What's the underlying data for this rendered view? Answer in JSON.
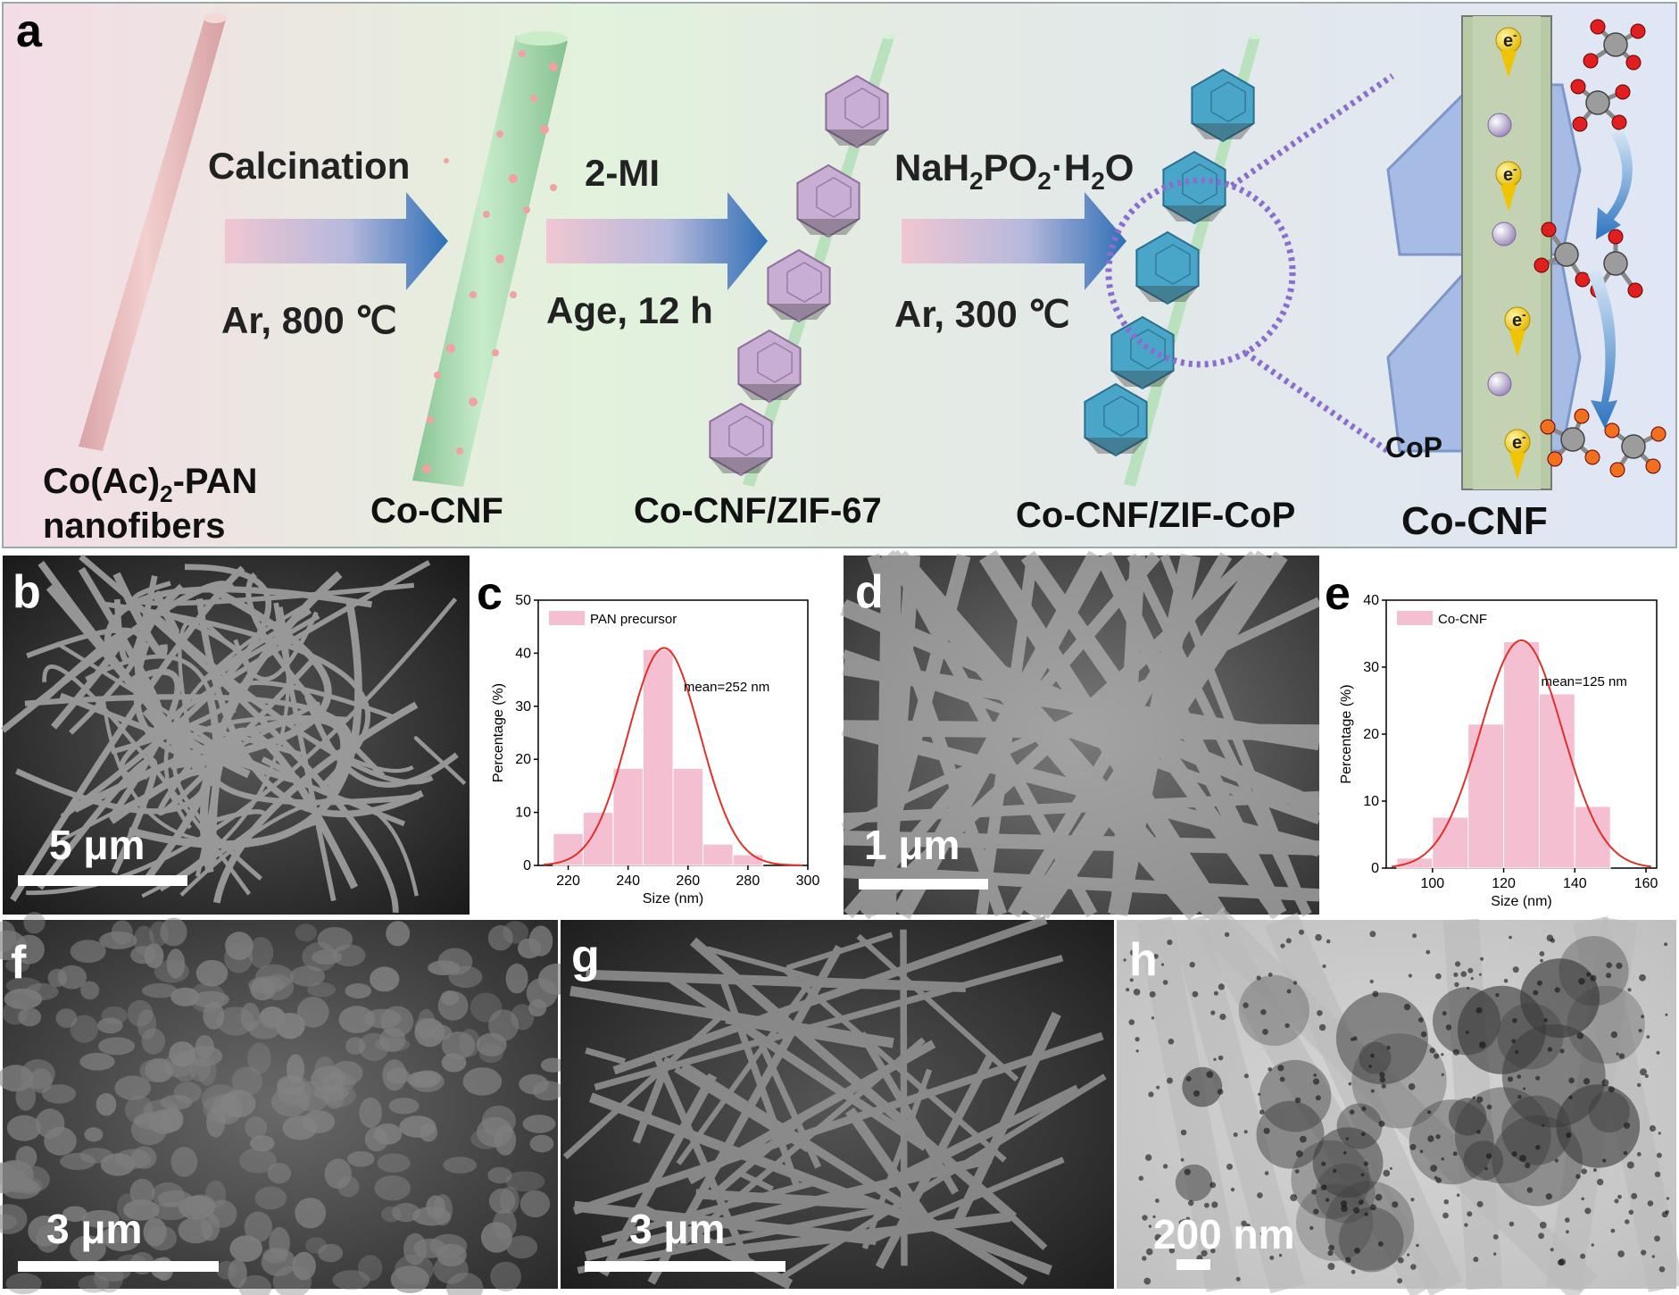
{
  "panels": {
    "a": "a",
    "b": "b",
    "c": "c",
    "d": "d",
    "e": "e",
    "f": "f",
    "g": "g",
    "h": "h"
  },
  "schematic": {
    "steps": [
      {
        "top": "Calcination",
        "bottom": "Ar, 800 ℃"
      },
      {
        "top": "2-MI",
        "bottom": "Age, 12 h"
      },
      {
        "top_parts": [
          "NaH",
          "2",
          "PO",
          "2",
          "·H",
          "2",
          "O"
        ],
        "bottom": "Ar, 300 ℃"
      }
    ],
    "labels": {
      "precursor_line1_parts": [
        "Co(Ac)",
        "2",
        "-PAN"
      ],
      "precursor_line2": "nanofibers",
      "cocnf": "Co-CNF",
      "zif67": "Co-CNF/ZIF-67",
      "zifcop": "Co-CNF/ZIF-CoP",
      "cop": "CoP",
      "zoom_cocnf": "Co-CNF"
    },
    "electron_label": "e",
    "electron_sup": "-"
  },
  "scalebars": {
    "b": "5 μm",
    "d": "1 μm",
    "f": "3 μm",
    "g": "3 μm",
    "h": "200 nm"
  },
  "chart_data": [
    {
      "panel": "c",
      "type": "bar",
      "categories": [
        "220",
        "230",
        "240",
        "250",
        "260",
        "270",
        "280"
      ],
      "series": [
        {
          "name": "PAN precursor",
          "values": [
            6,
            10,
            18.3,
            40.7,
            18.3,
            4,
            2
          ]
        }
      ],
      "fit": {
        "type": "gaussian",
        "mean": 252,
        "sigma": 12,
        "peak": 41
      },
      "annotation": "mean=252 nm",
      "xlabel": "Size (nm)",
      "ylabel": "Percentage (%)",
      "xlim": [
        210,
        300
      ],
      "ylim": [
        0,
        50
      ],
      "xticks": [
        220,
        240,
        260,
        280,
        300
      ],
      "yticks": [
        0,
        10,
        20,
        30,
        40,
        50
      ],
      "bin_width": 10,
      "legend": "top-left",
      "grid": false
    },
    {
      "panel": "e",
      "type": "bar",
      "categories": [
        "95",
        "105",
        "115",
        "125",
        "135",
        "145"
      ],
      "series": [
        {
          "name": "Co-CNF",
          "values": [
            1.5,
            7.6,
            21.5,
            33.8,
            26,
            9.2
          ]
        }
      ],
      "fit": {
        "type": "gaussian",
        "mean": 125,
        "sigma": 11.5,
        "peak": 34
      },
      "annotation": "mean=125 nm",
      "xlabel": "Size (nm)",
      "ylabel": "Percentage (%)",
      "xlim": [
        87,
        163
      ],
      "ylim": [
        0,
        40
      ],
      "xticks": [
        100,
        120,
        140,
        160
      ],
      "yticks": [
        0,
        10,
        20,
        30,
        40
      ],
      "bin_width": 10,
      "legend": "top-left",
      "grid": false
    }
  ],
  "colors": {
    "bar": "#f4bfd0",
    "bar_edge": "#e79ab3",
    "fit": "#e0302a",
    "arrow_blue": "#2f6fb6",
    "arrow_pink": "#efc6d0",
    "cnf_green": "#a8dcae",
    "pan_pink": "#e8b9b9",
    "zif_purple": "#c8aed2",
    "cop_blue": "#4aa6c8"
  }
}
